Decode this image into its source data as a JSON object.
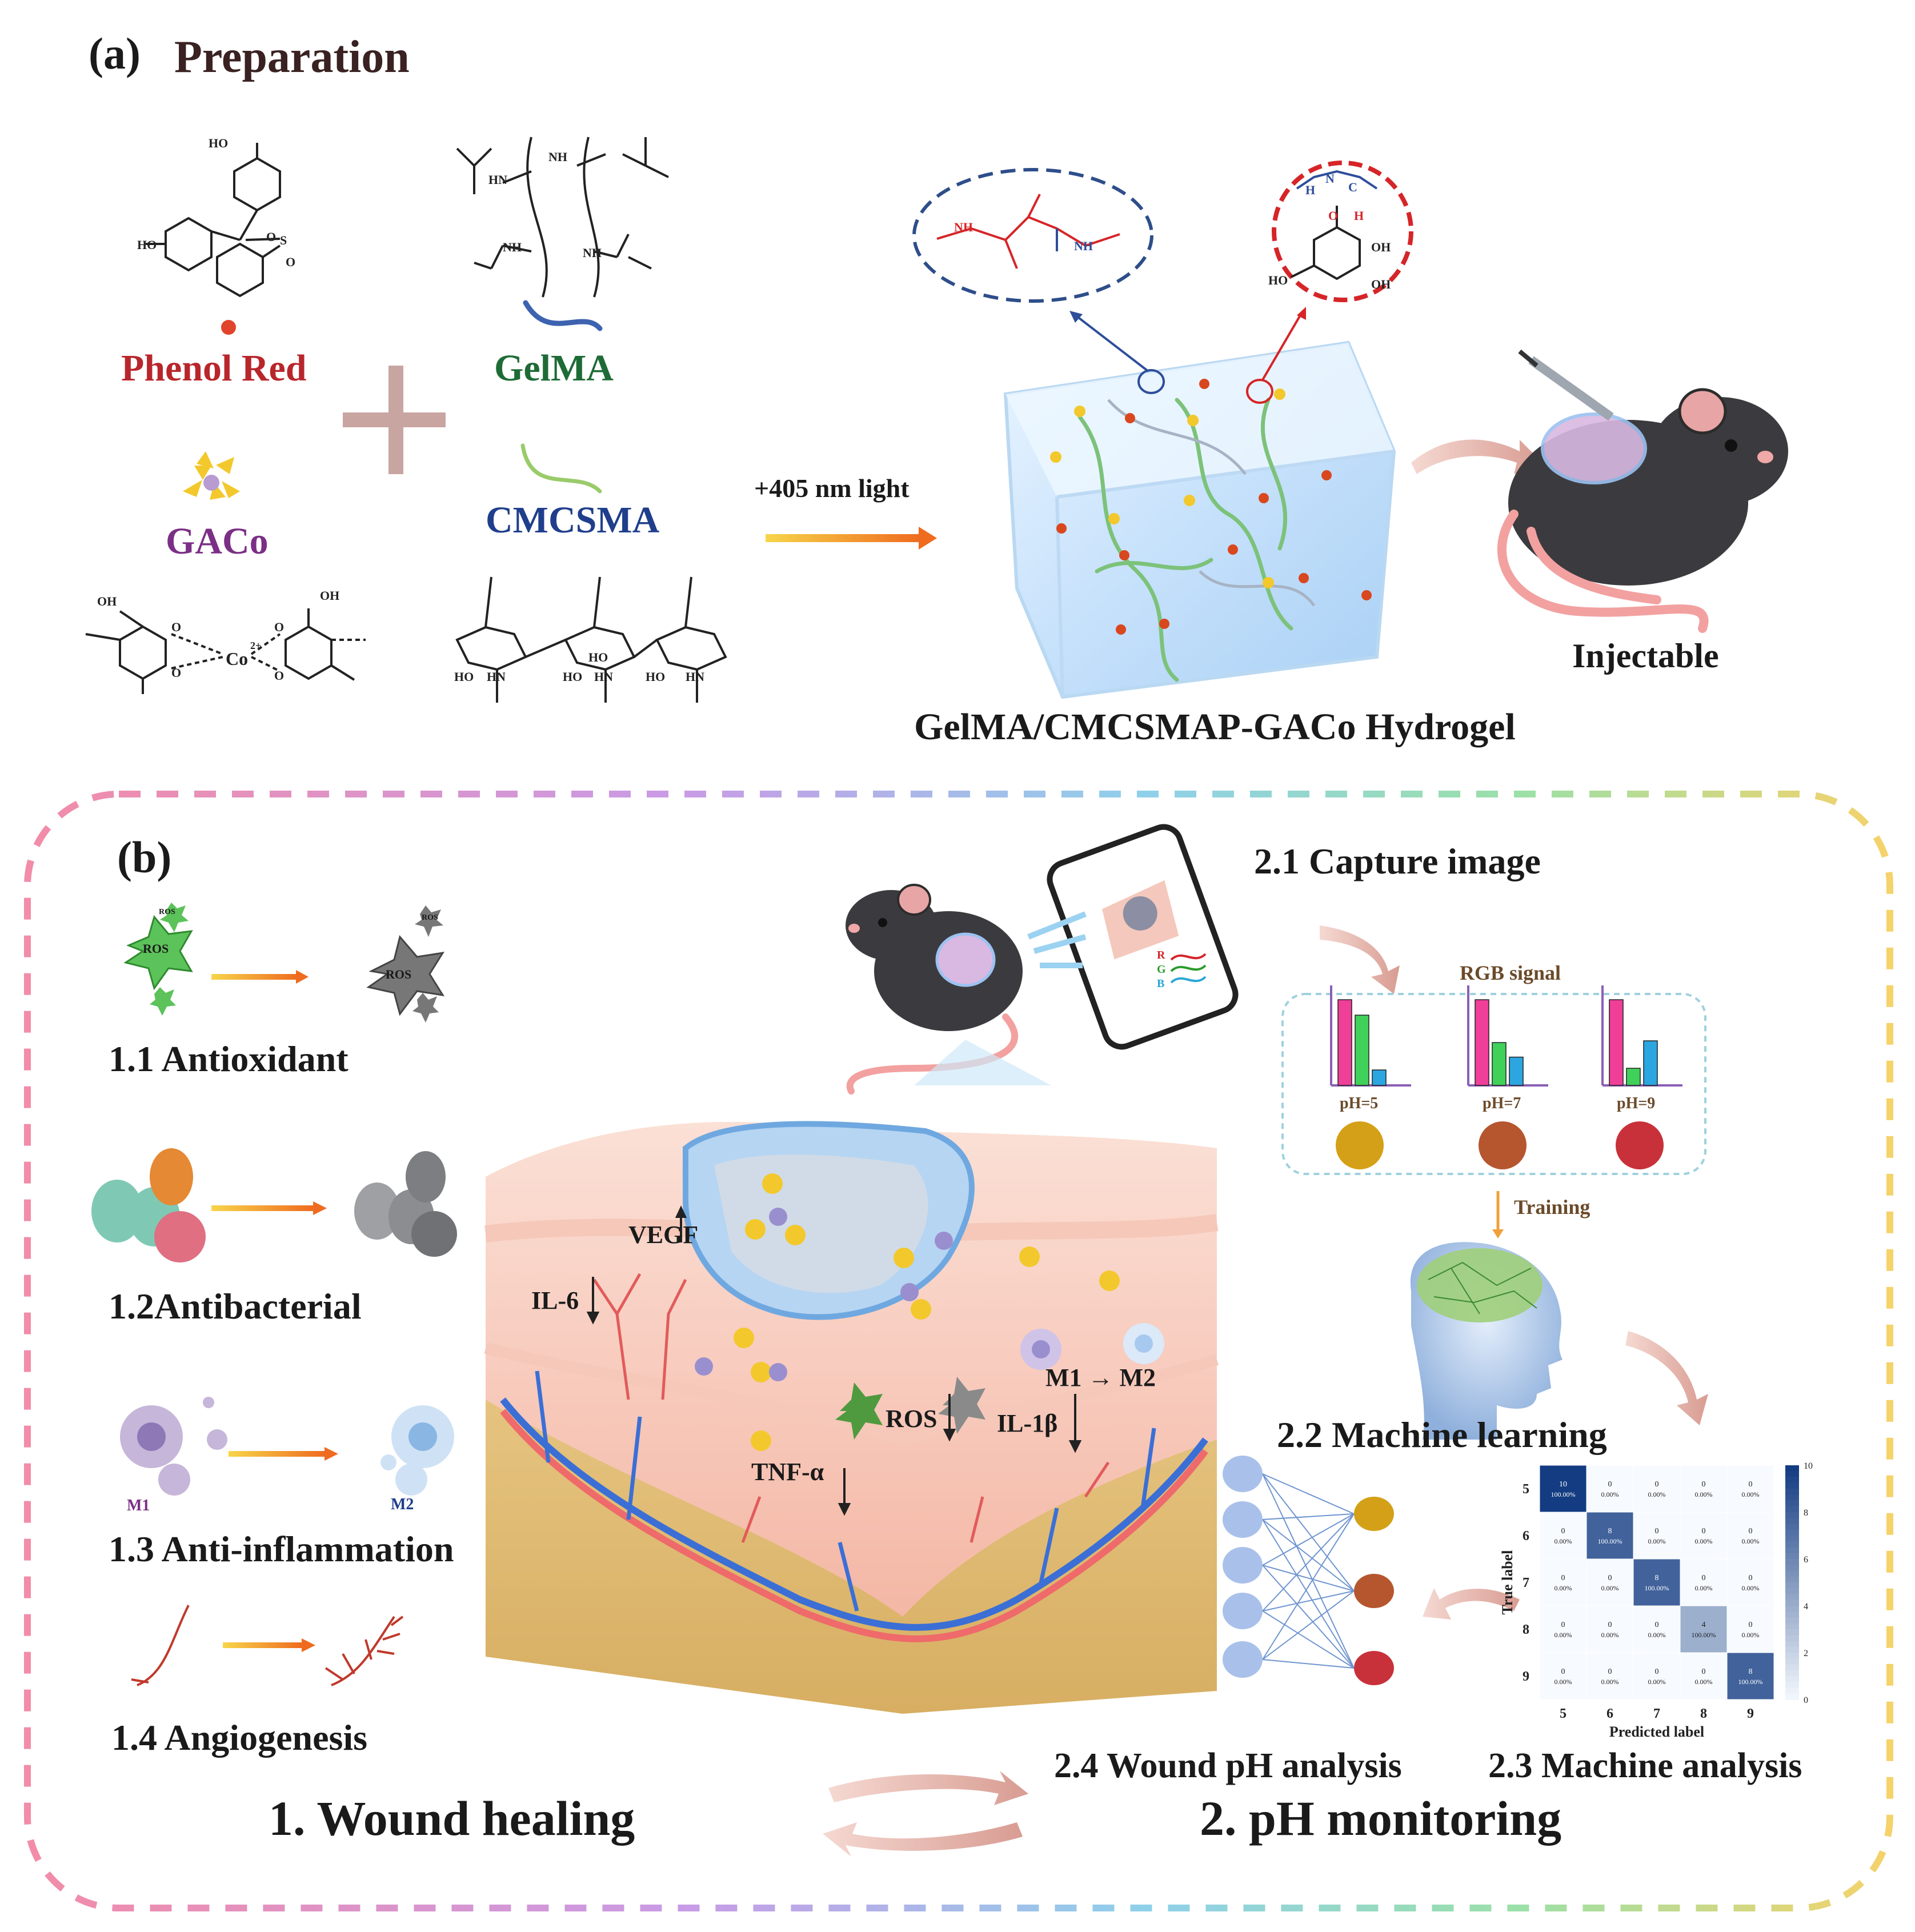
{
  "panel_a": {
    "label": "(a)",
    "title": "Preparation",
    "phenol_red": "Phenol Red",
    "gelma": "GelMA",
    "gaco": "GACo",
    "cmcsma": "CMCSMA",
    "light": "+405 nm light",
    "injectable": "Injectable",
    "hydrogel": "GelMA/CMCSMAP-GACo Hydrogel",
    "chem_labels": [
      "HO",
      "HO",
      "O",
      "S",
      "O",
      "NH",
      "HN",
      "NH",
      "NH",
      "OH",
      "OH",
      "O",
      "O",
      "Co",
      "2+",
      "O",
      "O",
      "HO",
      "HN",
      "HO",
      "HN",
      "HO",
      "HN",
      "HO",
      "NH",
      "NH",
      "OH",
      "OH",
      "HO",
      "H",
      "N",
      "C",
      "O",
      "H"
    ]
  },
  "panel_b": {
    "label": "(b)",
    "antioxidant": "1.1 Antioxidant",
    "antibacterial": "1.2Antibacterial",
    "anti_inflammation": "1.3 Anti-inflammation",
    "angiogenesis": "1.4 Angiogenesis",
    "ros_label": "ROS",
    "m1_label": "M1",
    "m2_label": "M2",
    "wound_healing": "1. Wound healing",
    "ph_monitoring": "2. pH  monitoring",
    "capture_image": "2.1 Capture image",
    "machine_learning": "2.2 Machine learning",
    "machine_analysis": "2.3 Machine analysis",
    "wound_ph_analysis": "2.4 Wound pH analysis",
    "rgb_signal": "RGB signal",
    "training": "Training",
    "phone_r": "R",
    "phone_g": "G",
    "phone_b": "B",
    "ph_values": [
      "pH=5",
      "pH=7",
      "pH=9"
    ],
    "ph_colors": [
      "#d4a017",
      "#b5562f",
      "#c8313a"
    ],
    "wound_vegf": "VEGF",
    "wound_il6": "IL-6",
    "wound_ros": "ROS",
    "wound_il1b": "IL-1β",
    "wound_tnfa": "TNF-α",
    "wound_m1m2": "M1 → M2"
  },
  "rgb_bars": [
    {
      "ph": "pH=5",
      "R": 1.0,
      "G": 0.82,
      "B": 0.18
    },
    {
      "ph": "pH=7",
      "R": 1.0,
      "G": 0.5,
      "B": 0.33
    },
    {
      "ph": "pH=9",
      "R": 1.0,
      "G": 0.2,
      "B": 0.52
    }
  ],
  "confusion_matrix": {
    "title": "",
    "xlabel": "Predicted label",
    "ylabel": "True label",
    "classes": [
      "5",
      "6",
      "7",
      "8",
      "9"
    ],
    "counts": [
      [
        10,
        0,
        0,
        0,
        0
      ],
      [
        0,
        8,
        0,
        0,
        0
      ],
      [
        0,
        0,
        8,
        0,
        0
      ],
      [
        0,
        0,
        0,
        4,
        0
      ],
      [
        0,
        0,
        0,
        0,
        8
      ]
    ],
    "zero_pct": "0.00%",
    "diag_pct": "100.00%",
    "colorbar_ticks": [
      "10",
      "8",
      "6",
      "4",
      "2",
      "0"
    ]
  },
  "colors": {
    "phenol_red": "#b8262c",
    "gelma": "#1e6b36",
    "gaco": "#7b2f86",
    "cmcsma": "#1f3e8c",
    "border_dash": "#e88aa0",
    "arrow_orange": "#f08a24"
  }
}
